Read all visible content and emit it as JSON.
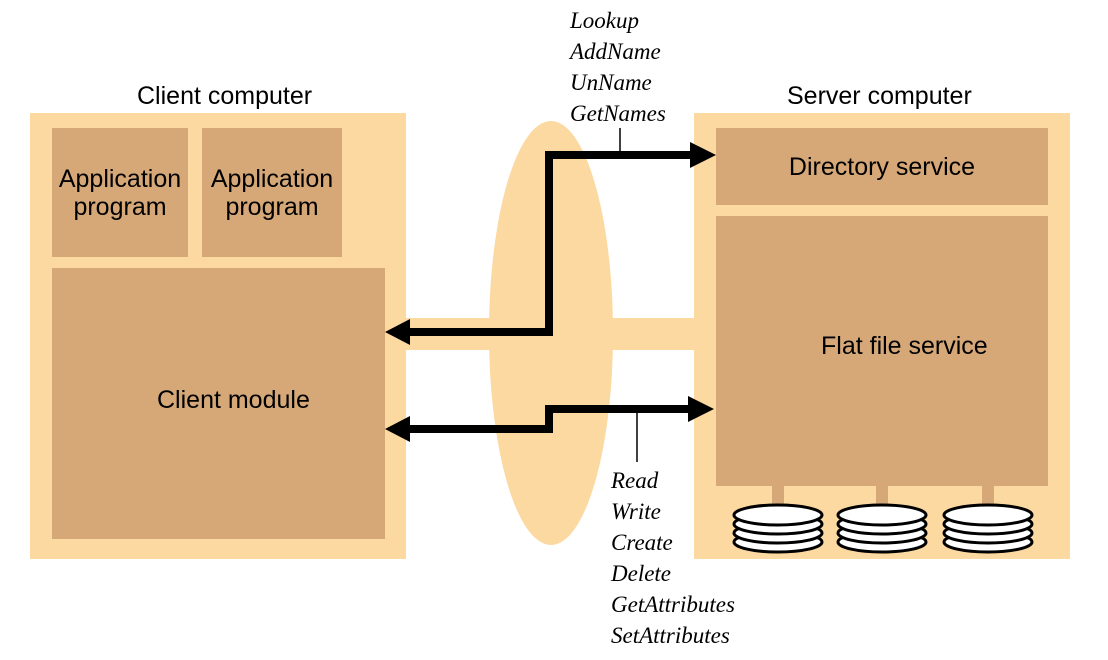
{
  "client": {
    "title": "Client computer",
    "app1": [
      "Application",
      "program"
    ],
    "app2": [
      "Application",
      "program"
    ],
    "module": "Client module"
  },
  "server": {
    "title": "Server computer",
    "directory": "Directory service",
    "flatfile": "Flat file service"
  },
  "directory_ops": [
    "Lookup",
    "AddName",
    "UnName",
    "GetNames"
  ],
  "file_ops": [
    "Read",
    "Write",
    "Create",
    "Delete",
    "GetAttributes",
    "SetAttributes"
  ],
  "colors": {
    "panel": "#fcd9a0",
    "box": "#d6a878",
    "arrow": "#000000"
  }
}
